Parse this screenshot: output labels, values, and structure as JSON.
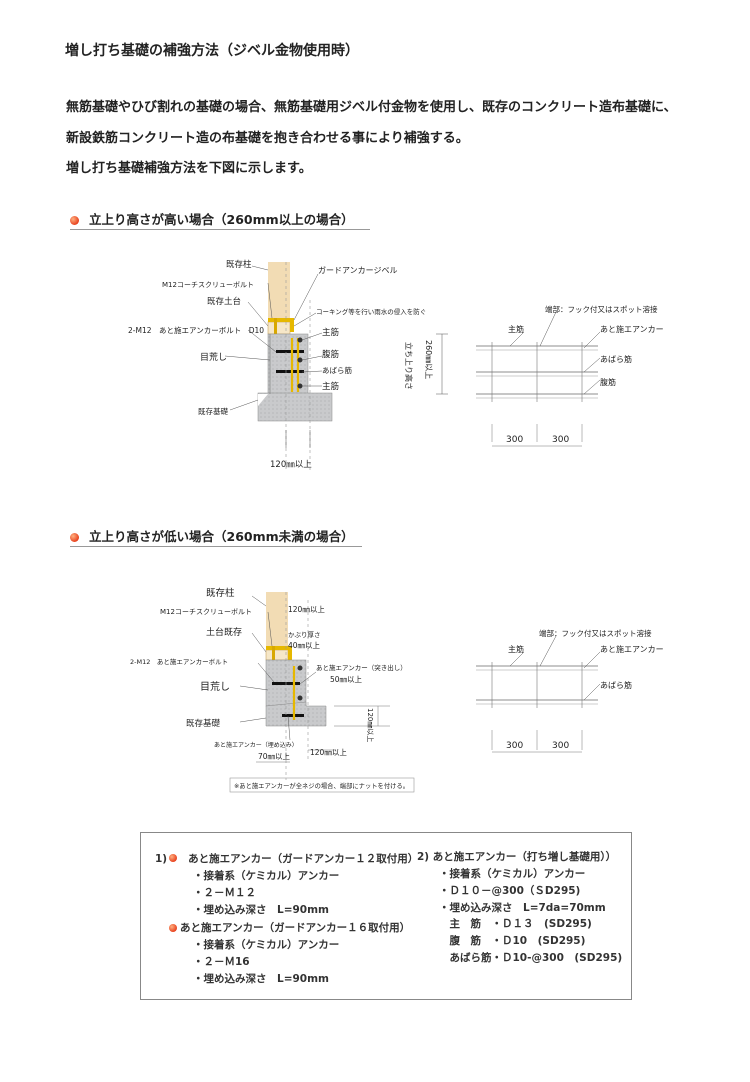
{
  "title": "増し打ち基礎の補強方法（ジベル金物使用時）",
  "intro": [
    "無筋基礎やひび割れの基礎の場合、無筋基礎用ジベル付金物を使用し、既存のコンクリート造布基礎に、",
    "新設鉄筋コンクリート造の布基礎を抱き合わせる事により補強する。",
    "増し打ち基礎補強方法を下図に示します。"
  ],
  "section1": {
    "heading": "立上り高さが高い場合（260mm以上の場合）",
    "section_labels": {
      "existing_column": "既存柱",
      "screw_bolt": "M12コーチスクリューボルト",
      "existing_sill": "既存土台",
      "anchor_bolt": "2-M12　あと施エアンカーボルト　D10",
      "roughen": "目荒し",
      "existing_foundation": "既存基礎",
      "guard_anchor": "ガードアンカージベル",
      "caulking": "コーキング等を行い雨水の侵入を防ぐ",
      "main_bar": "主筋",
      "web_bar": "腹筋",
      "rib_bar": "あばら筋",
      "main_bar2": "主筋",
      "rise_height": "立ち上り高さ",
      "dim_260": "260㎜以上",
      "dim_120": "120㎜以上"
    },
    "elevation_labels": {
      "end_note": "端部：フック付又はスポット溶接",
      "main_bar": "主筋",
      "anchor": "あと施エアンカー",
      "rib_bar": "あばら筋",
      "web_bar": "腹筋",
      "spacing1": "300",
      "spacing2": "300"
    }
  },
  "section2": {
    "heading": "立上り高さが低い場合（260mm未満の場合）",
    "section_labels": {
      "existing_column": "既存柱",
      "screw_bolt": "M12コーチスクリューボルト",
      "sill": "土台既存",
      "anchor_bolt": "2-M12　あと施エアンカーボルト",
      "roughen": "目荒し",
      "existing_foundation": "既存基礎",
      "dim_120_top": "120㎜以上",
      "cover": "かぶり厚さ",
      "cover_dim": "40㎜以上",
      "anchor_through": "あと施エアンカー（突き出し）",
      "dim_50": "50㎜以上",
      "anchor_embed": "あと施エアンカー（埋め込み）",
      "dim_70": "70㎜以上",
      "dim_120_bottom": "120㎜以上",
      "dim_side": "120㎜以上",
      "note": "※あと施エアンカーが全ネジの場合、端部にナットを付ける。"
    },
    "elevation_labels": {
      "end_note": "端部：フック付又はスポット溶接",
      "main_bar": "主筋",
      "anchor": "あと施エアンカー",
      "rib_bar": "あばら筋",
      "spacing1": "300",
      "spacing2": "300"
    }
  },
  "specs": {
    "left": {
      "item1_title": "1)　　あと施エアンカー（ガードアンカー１２取付用）",
      "item1_lines": [
        "・接着系（ケミカル）アンカー",
        "・２－Ｍ１２",
        "・埋め込み深さ　L=90mm"
      ],
      "item2_title": "あと施エアンカー（ガードアンカー１６取付用）",
      "item2_lines": [
        "・接着系（ケミカル）アンカー",
        "・２－Ｍ16",
        "・埋め込み深さ　L=90mm"
      ]
    },
    "right": {
      "title": "2)  あと施エアンカー（打ち増し基礎用））",
      "lines": [
        "・接着系（ケミカル）アンカー",
        "・Ｄ１０－@300（ＳD295)",
        "・埋め込み深さ　L=7da=70mm",
        "　主　筋　・Ｄ１３　(SD295)",
        "　腹　筋　・Ｄ10　(SD295)",
        "　あばら筋・Ｄ10-@300　(SD295)"
      ]
    }
  }
}
